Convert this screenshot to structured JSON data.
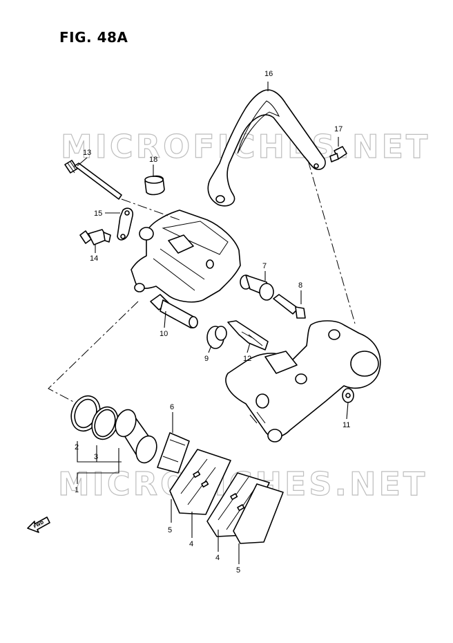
{
  "title": "FIG. 48A",
  "watermarks": [
    "MICROFICHES.NET",
    "MICROFICHES.NET"
  ],
  "fwd_label": "FWD",
  "callouts": [
    {
      "id": "16",
      "text": "16"
    },
    {
      "id": "17",
      "text": "17"
    },
    {
      "id": "13",
      "text": "13"
    },
    {
      "id": "18",
      "text": "18"
    },
    {
      "id": "15",
      "text": "15"
    },
    {
      "id": "14",
      "text": "14"
    },
    {
      "id": "7",
      "text": "7"
    },
    {
      "id": "8",
      "text": "8"
    },
    {
      "id": "10",
      "text": "10"
    },
    {
      "id": "9",
      "text": "9"
    },
    {
      "id": "12",
      "text": "12"
    },
    {
      "id": "11",
      "text": "11"
    },
    {
      "id": "6",
      "text": "6"
    },
    {
      "id": "2",
      "text": "2"
    },
    {
      "id": "3",
      "text": "3"
    },
    {
      "id": "1",
      "text": "1"
    },
    {
      "id": "5a",
      "text": "5"
    },
    {
      "id": "4a",
      "text": "4"
    },
    {
      "id": "4b",
      "text": "4"
    },
    {
      "id": "5b",
      "text": "5"
    }
  ]
}
